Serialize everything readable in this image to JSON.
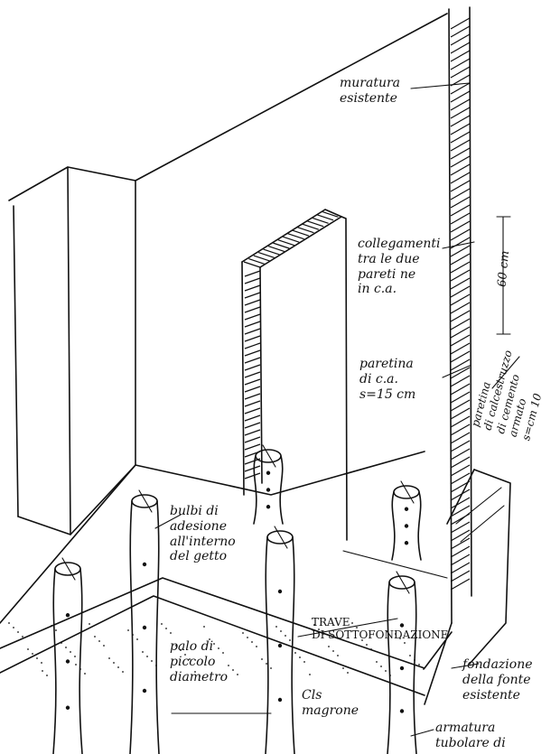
{
  "labels": {
    "muratura": "muratura\nesistente",
    "collegamenti": "collegamenti\ntra le due\npareti ne\nin c.a.",
    "dim_60": "60 cm",
    "paretina": "paretina\ndi c.a.\ns=15 cm",
    "paretina_right": "paretina\ndi calcestruzzo\ndi cemento\narmato\ns=cm 10",
    "bulbi": "bulbi di\nadesione\nall'interno\ndel getto",
    "palo": "palo di\npiccolo\ndiametro",
    "trave": "TRAVE\nDI SOTTOFONDAZIONE",
    "cls": "Cls\nmagrone",
    "fondazione": "fondazione\ndella fonte\nesistente",
    "armatura": "armatura\ntubolare di"
  }
}
